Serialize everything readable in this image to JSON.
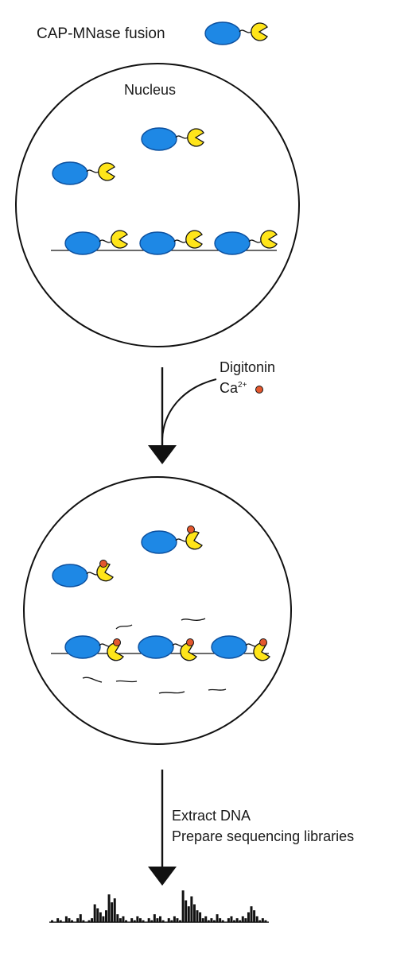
{
  "legend": {
    "label": "CAP-MNase fusion"
  },
  "nucleus": {
    "label": "Nucleus"
  },
  "reagents": {
    "line1": "Digitonin",
    "line2_base": "Ca",
    "line2_sup": "2+"
  },
  "steps": {
    "line1": "Extract DNA",
    "line2": "Prepare sequencing libraries"
  },
  "colors": {
    "cap": "#1e88e5",
    "cap_dark": "#0b4f9e",
    "mnase": "#ffe51a",
    "calcium": "#e4572e",
    "line": "#111111"
  },
  "icons": [
    "cap-ellipse-icon",
    "mnase-pacman-icon",
    "calcium-dot-icon",
    "arrow-down-icon"
  ],
  "chart_data": {
    "type": "bar",
    "values": [
      1,
      0,
      2,
      1,
      0,
      3,
      2,
      1,
      0,
      2,
      4,
      1,
      0,
      1,
      2,
      9,
      7,
      5,
      3,
      6,
      14,
      10,
      12,
      4,
      2,
      3,
      1,
      0,
      2,
      1,
      3,
      2,
      1,
      0,
      2,
      1,
      4,
      2,
      3,
      1,
      0,
      2,
      1,
      3,
      2,
      1,
      16,
      11,
      8,
      13,
      9,
      6,
      5,
      2,
      3,
      1,
      2,
      1,
      4,
      2,
      1,
      0,
      2,
      3,
      1,
      2,
      1,
      3,
      2,
      5,
      8,
      6,
      3,
      1,
      2,
      1
    ]
  }
}
